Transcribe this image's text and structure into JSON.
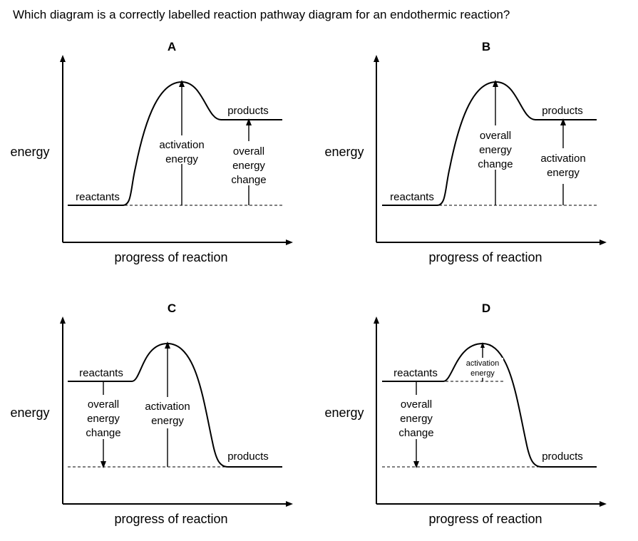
{
  "question": "Which diagram is a correctly labelled reaction pathway diagram for an endothermic reaction?",
  "axis": {
    "y_label": "energy",
    "x_label": "progress of reaction"
  },
  "diagrams": [
    {
      "title": "A",
      "reactants": "reactants",
      "products": "products",
      "arrow1": [
        "activation",
        "energy"
      ],
      "arrow2": [
        "overall",
        "energy",
        "change"
      ]
    },
    {
      "title": "B",
      "reactants": "reactants",
      "products": "products",
      "arrow1": [
        "overall",
        "energy",
        "change"
      ],
      "arrow2": [
        "activation",
        "energy"
      ]
    },
    {
      "title": "C",
      "reactants": "reactants",
      "products": "products",
      "arrow1": [
        "overall",
        "energy",
        "change"
      ],
      "arrow2": [
        "activation",
        "energy"
      ]
    },
    {
      "title": "D",
      "reactants": "reactants",
      "products": "products",
      "arrow1": [
        "overall",
        "energy",
        "change"
      ],
      "arrow2": [
        "activation",
        "energy"
      ]
    }
  ]
}
